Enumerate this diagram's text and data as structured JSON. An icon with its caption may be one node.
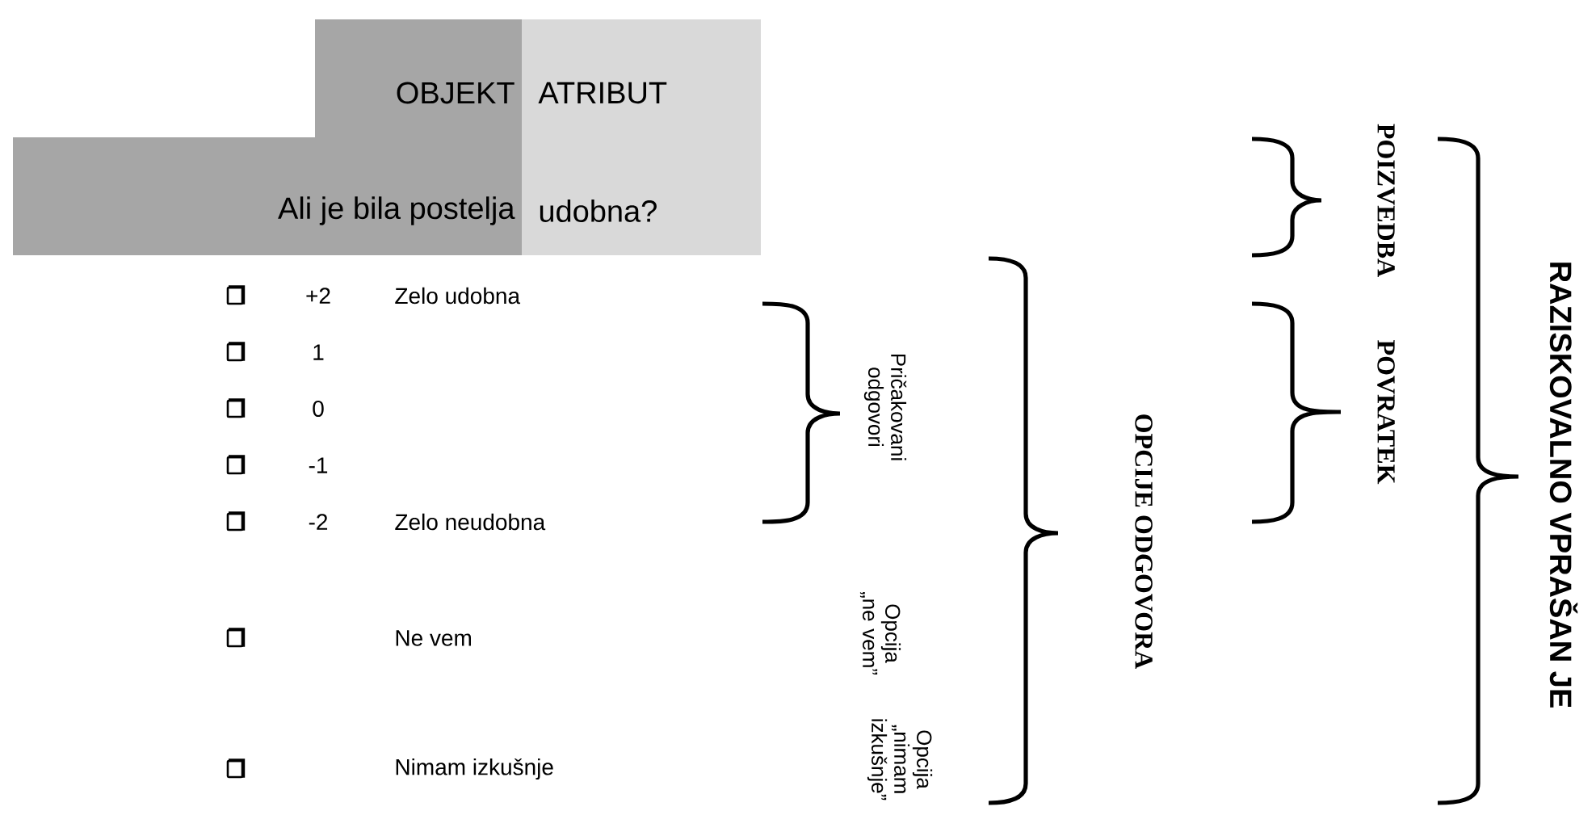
{
  "diagram": {
    "nodes": [
      {
        "text": [
          "OBJEKT"
        ]
      },
      {
        "text": [
          "ATRIBUT"
        ]
      },
      {
        "text": [
          "Ali je bila postelja"
        ]
      },
      {
        "text": [
          "udobna?"
        ]
      }
    ],
    "labels": [
      "+2",
      "Zelo udobna",
      "1",
      "0",
      "-1",
      "-2",
      "Zelo neudobna",
      "Ne vem",
      "Nimam izkušnje",
      "Pričakovani odgovori",
      "Opcija „ne vem”",
      "Opcija „nimam izkušnje”",
      "OPCIJE ODGOVORA",
      "POIZVEDBA",
      "POVRATEK",
      "RAZISKOVALNO VPRAŠAN JE"
    ]
  }
}
